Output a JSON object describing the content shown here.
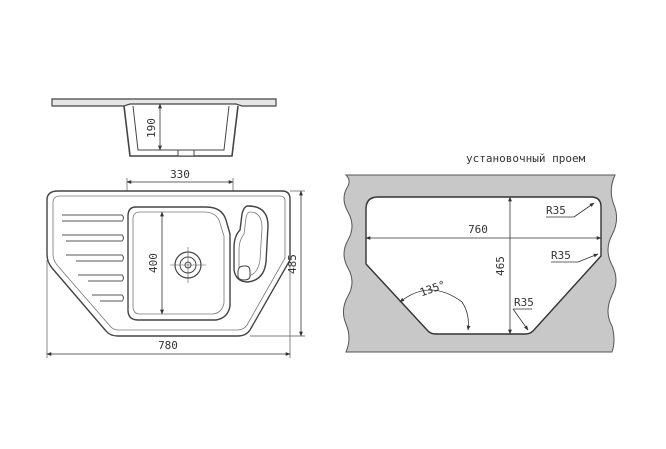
{
  "side_view": {
    "depth_label": "190"
  },
  "top_view": {
    "bowl_width_label": "330",
    "bowl_length_label": "400",
    "overall_depth_label": "485",
    "overall_width_label": "780"
  },
  "cutout": {
    "title": "установочный проем",
    "width_label": "760",
    "depth_label": "465",
    "radius_top_label": "R35",
    "radius_right_label": "R35",
    "radius_bottom_label": "R35",
    "angle_label": "135°"
  },
  "colors": {
    "line": "#444444",
    "fill_gray": "#c8c8c8",
    "fill_light": "#ffffff"
  }
}
